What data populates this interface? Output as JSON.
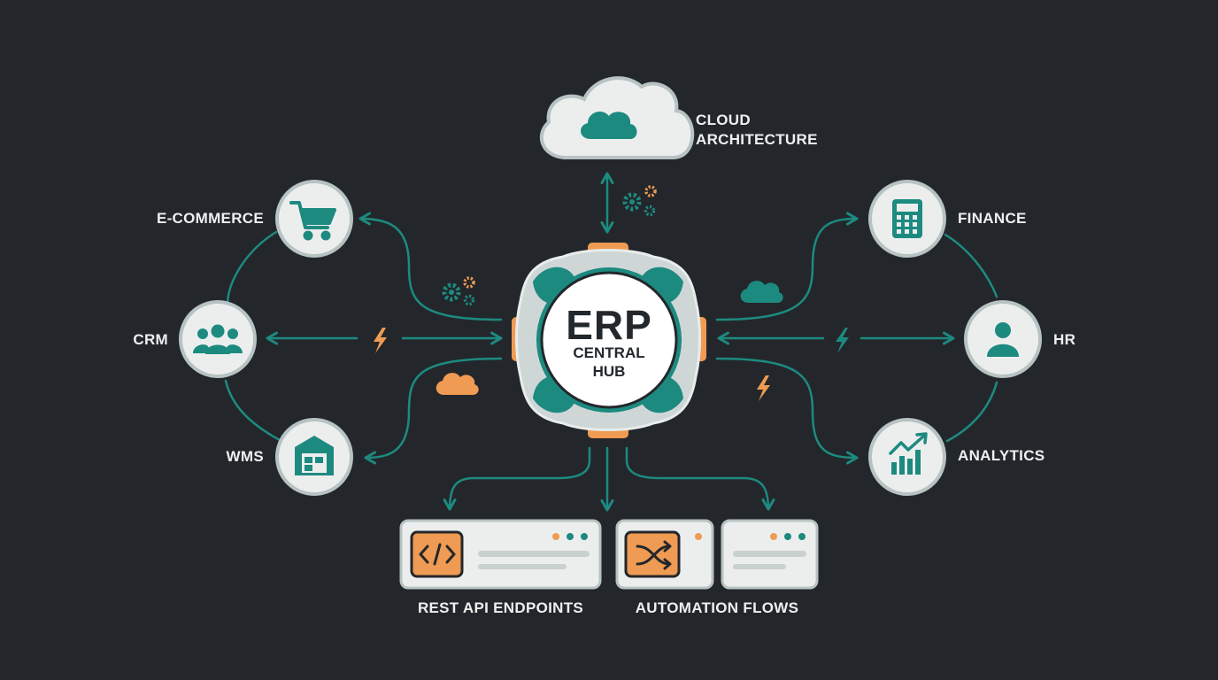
{
  "hub": {
    "title": "ERP",
    "subtitle_line1": "CENTRAL",
    "subtitle_line2": "HUB"
  },
  "cloud": {
    "label_line1": "CLOUD",
    "label_line2": "ARCHITECTURE"
  },
  "left_nodes": [
    {
      "label": "E-COMMERCE",
      "icon": "shopping-cart-icon"
    },
    {
      "label": "CRM",
      "icon": "users-icon"
    },
    {
      "label": "WMS",
      "icon": "warehouse-icon"
    }
  ],
  "right_nodes": [
    {
      "label": "FINANCE",
      "icon": "calculator-icon"
    },
    {
      "label": "HR",
      "icon": "user-icon"
    },
    {
      "label": "ANALYTICS",
      "icon": "growth-chart-icon"
    }
  ],
  "bottom": {
    "api_label": "REST API ENDPOINTS",
    "automation_label": "AUTOMATION FLOWS",
    "api_icon": "code-icon",
    "automation_icon": "shuffle-icon"
  },
  "colors": {
    "background": "#23272b",
    "teal": "#1d8a80",
    "orange": "#ef9b53",
    "node_fill": "#eceeee",
    "text": "#eef0f0"
  }
}
